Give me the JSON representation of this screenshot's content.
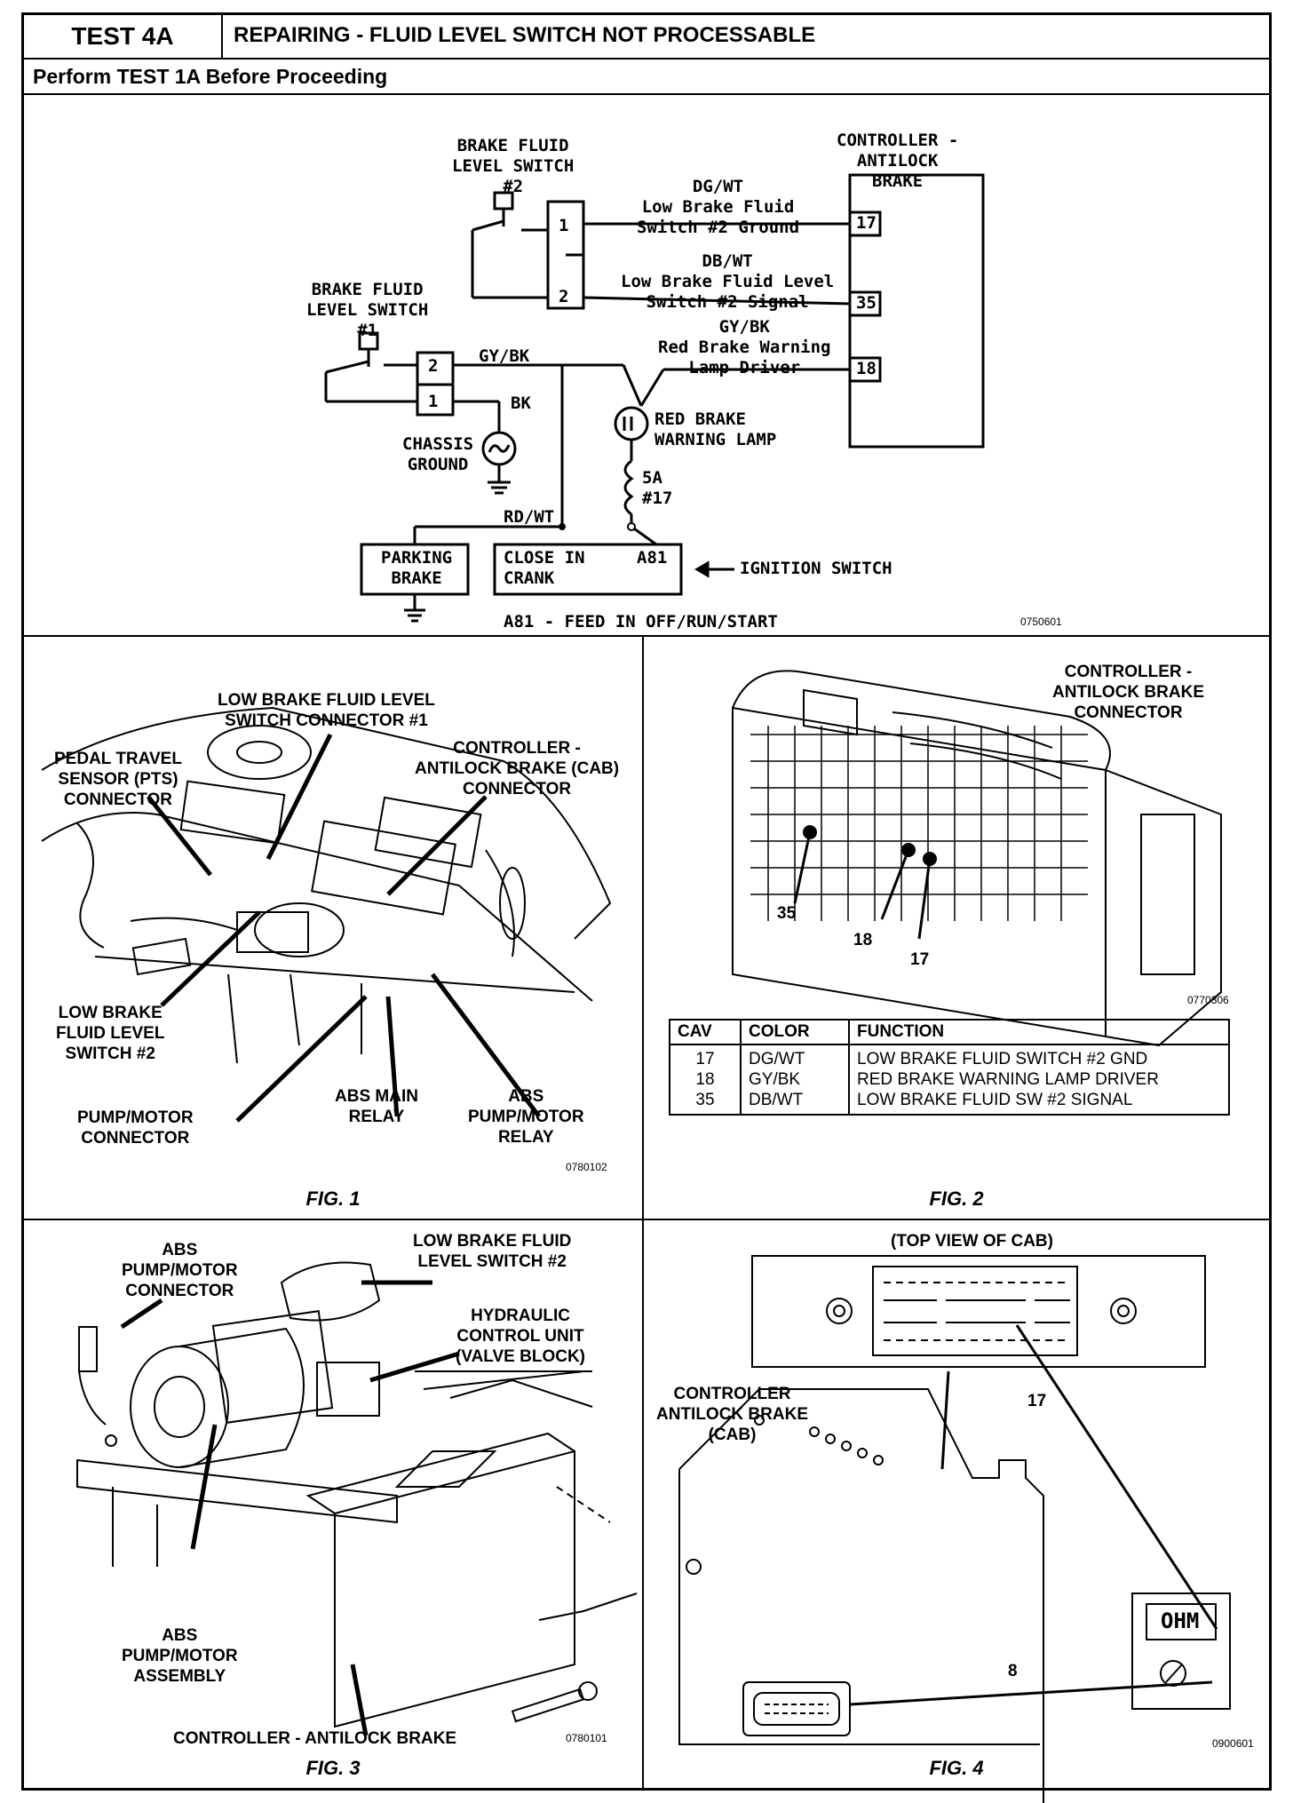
{
  "header": {
    "test_number": "TEST 4A",
    "title": "REPAIRING - FLUID LEVEL SWITCH NOT PROCESSABLE",
    "subheader": "Perform TEST 1A Before Proceeding"
  },
  "schematic": {
    "controller": [
      "CONTROLLER -",
      "ANTILOCK",
      "BRAKE"
    ],
    "switch2": [
      "BRAKE FLUID",
      "LEVEL SWITCH",
      "#2"
    ],
    "switch1": [
      "BRAKE FLUID",
      "LEVEL SWITCH",
      "#1"
    ],
    "wire1": [
      "DG/WT",
      "Low Brake Fluid",
      "Switch #2 Ground"
    ],
    "wire2": [
      "DB/WT",
      "Low Brake Fluid Level",
      "Switch #2 Signal"
    ],
    "wire3": [
      "GY/BK",
      "Red Brake Warning",
      "Lamp Driver"
    ],
    "pins": {
      "p17": "17",
      "p35": "35",
      "p18": "18",
      "s2p1": "1",
      "s2p2": "2",
      "s1p2": "2",
      "s1p1": "1"
    },
    "gybk_mid": "GY/BK",
    "bk": "BK",
    "chassis_ground": [
      "CHASSIS",
      "GROUND"
    ],
    "lamp": [
      "RED BRAKE",
      "WARNING LAMP"
    ],
    "fuse": [
      "5A",
      "#17"
    ],
    "rdwt": "RD/WT",
    "parking_brake": [
      "PARKING",
      "BRAKE"
    ],
    "ignition_box": {
      "close": "CLOSE IN",
      "crank": "CRANK",
      "a81": "A81"
    },
    "ignition_switch": "IGNITION SWITCH",
    "feed": "A81 - FEED IN OFF/RUN/START",
    "code": "0750601"
  },
  "fig1": {
    "caption": "FIG. 1",
    "code": "0780102",
    "labels": {
      "lbfl1": [
        "LOW BRAKE FLUID LEVEL",
        "SWITCH CONNECTOR #1"
      ],
      "pts": [
        "PEDAL TRAVEL",
        "SENSOR (PTS)",
        "CONNECTOR"
      ],
      "cab": [
        "CONTROLLER -",
        "ANTILOCK BRAKE (CAB)",
        "CONNECTOR"
      ],
      "lbfl2": [
        "LOW BRAKE",
        "FLUID LEVEL",
        "SWITCH #2"
      ],
      "pump": [
        "PUMP/MOTOR",
        "CONNECTOR"
      ],
      "relay": [
        "ABS MAIN",
        "RELAY"
      ],
      "pumprelay": [
        "ABS",
        "PUMP/MOTOR",
        "RELAY"
      ]
    }
  },
  "fig2": {
    "caption": "FIG. 2",
    "code": "0770306",
    "title": [
      "CONTROLLER -",
      "ANTILOCK BRAKE",
      "CONNECTOR"
    ],
    "callouts": {
      "c35": "35",
      "c18": "18",
      "c17": "17"
    },
    "table": {
      "headers": [
        "CAV",
        "COLOR",
        "FUNCTION"
      ],
      "rows": [
        [
          "17",
          "DG/WT",
          "LOW BRAKE FLUID SWITCH #2 GND"
        ],
        [
          "18",
          "GY/BK",
          "RED BRAKE WARNING LAMP DRIVER"
        ],
        [
          "35",
          "DB/WT",
          "LOW BRAKE FLUID SW #2 SIGNAL"
        ]
      ]
    }
  },
  "fig3": {
    "caption": "FIG. 3",
    "code": "0780101",
    "labels": {
      "conn": [
        "ABS",
        "PUMP/MOTOR",
        "CONNECTOR"
      ],
      "lbfl2": [
        "LOW BRAKE FLUID",
        "LEVEL SWITCH #2"
      ],
      "hcu": [
        "HYDRAULIC",
        "CONTROL UNIT",
        "(VALVE BLOCK)"
      ],
      "assembly": [
        "ABS",
        "PUMP/MOTOR",
        "ASSEMBLY"
      ],
      "controller": "CONTROLLER - ANTILOCK BRAKE"
    }
  },
  "fig4": {
    "caption": "FIG. 4",
    "code": "0900601",
    "top_view": "(TOP VIEW OF CAB)",
    "cab": [
      "CONTROLLER",
      "ANTILOCK BRAKE",
      "(CAB)"
    ],
    "n17": "17",
    "n8": "8",
    "meter": "OHM"
  },
  "colors": {
    "ink": "#000000",
    "paper": "#ffffff"
  }
}
